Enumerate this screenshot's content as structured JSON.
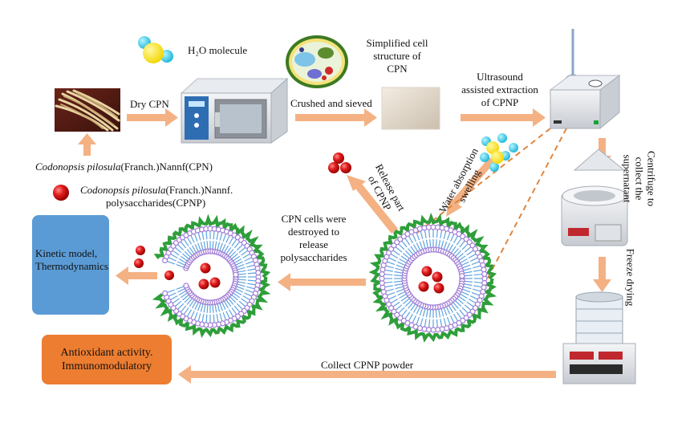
{
  "labels": {
    "h2o": "H₂O molecule",
    "simplified": [
      "Simplified cell",
      "structure of",
      "CPN"
    ],
    "dry_cpn": "Dry CPN",
    "crushed": "Crushed and sieved",
    "ultrasound": [
      "Ultrasound",
      "assisted extraction",
      "of CPNP"
    ],
    "centrifuge": [
      "Centrifuge to",
      "collect the",
      "supernatant"
    ],
    "cpn_italic": "Codonopsis pilosula",
    "cpn_rest": "(Franch.)Nannf(CPN)",
    "cpnp_italic": "Codonopsis pilosula",
    "cpnp_rest": "(Franch.)Nannf.",
    "cpnp_line2": "polysaccharides(CPNP)",
    "release": [
      "Release part",
      "of CPNP"
    ],
    "water": [
      "Water absorption",
      "swelling"
    ],
    "destroyed": [
      "CPN cells were",
      "destroyed to",
      "release",
      "polysaccharides"
    ],
    "freeze": "Freeze drying",
    "collect": "Collect CPNP powder"
  },
  "boxes": {
    "kinetic": [
      "Kinetic model,",
      "Thermodynamics"
    ],
    "antioxidant": [
      "Antioxidant activity.",
      "Immunomodulatory"
    ]
  },
  "colors": {
    "arrow": "#f4b183",
    "box_blue": "#5b9bd5",
    "box_orange": "#ed7d31",
    "membrane": "#a07cd6",
    "lipid_tail": "#5fa3e0",
    "wall": "#2e9e3a",
    "cpnp_dot": "#d81e1e"
  }
}
